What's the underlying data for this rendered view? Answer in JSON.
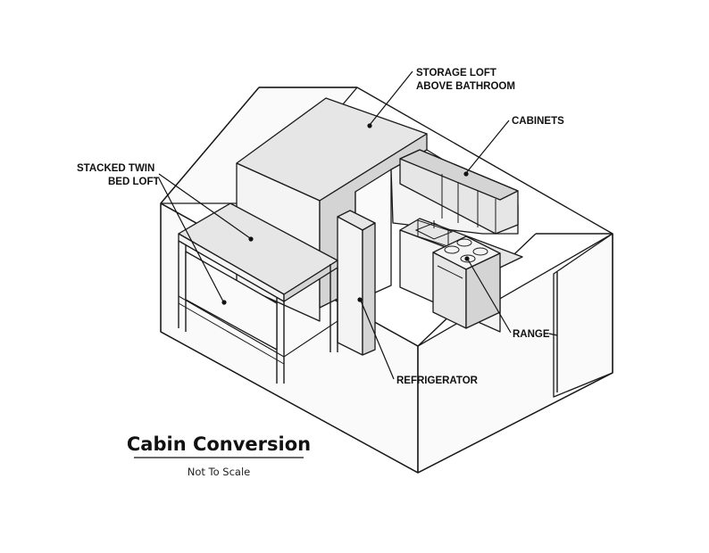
{
  "diagram": {
    "title": "Cabin Conversion",
    "subtitle": "Not To Scale",
    "labels": {
      "storage_loft_line1": "STORAGE LOFT",
      "storage_loft_line2": "ABOVE BATHROOM",
      "cabinets": "CABINETS",
      "stacked_twin_line1": "STACKED TWIN",
      "stacked_twin_line2": "BED LOFT",
      "range": "RANGE",
      "refrigerator": "REFRIGERATOR"
    }
  }
}
